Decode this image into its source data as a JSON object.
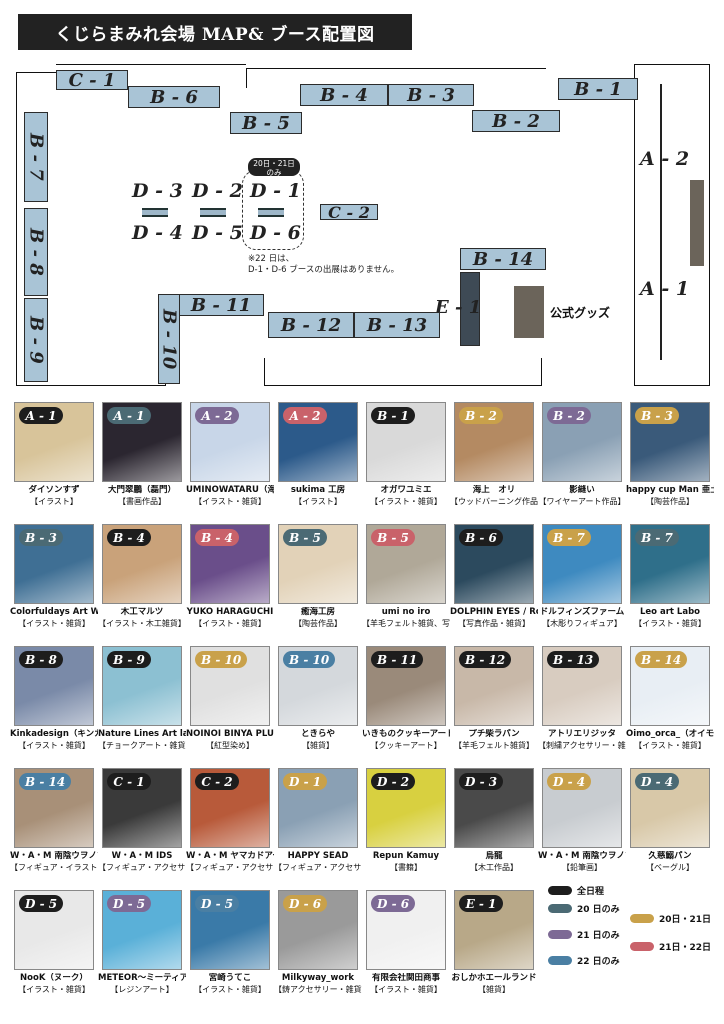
{
  "title": "くじらまみれ会場 MAP& ブース配置図",
  "map": {
    "booths": {
      "C1": "C - 1",
      "B6": "B - 6",
      "B4": "B - 4",
      "B3": "B - 3",
      "B1": "B - 1",
      "B5": "B - 5",
      "B2": "B - 2",
      "B7": "B - 7",
      "B8": "B - 8",
      "B9": "B - 9",
      "A2": "A - 2",
      "A1": "A - 1",
      "C2": "C - 2",
      "B14": "B - 14",
      "B11": "B - 11",
      "B10": "B - 10",
      "B12": "B - 12",
      "B13": "B - 13",
      "E1": "E - 1"
    },
    "d_labels": {
      "D3": "D - 3",
      "D2": "D - 2",
      "D1": "D - 1",
      "D4": "D - 4",
      "D5": "D - 5",
      "D6": "D - 6"
    },
    "d_only_badge": "20日・21日",
    "d_only_sub": "のみ",
    "note_line1": "※22 日は、",
    "note_line2": "D-1・D-6 ブースの出展はありません。",
    "goods_label": "公式グッズ"
  },
  "colors": {
    "all": "#1d1d1d",
    "d20": "#4b6a74",
    "d21": "#7d6a95",
    "d22": "#4a7fa3",
    "d2021": "#c9a14a",
    "d2122": "#c9626a"
  },
  "cells": [
    {
      "tag": "A - 1",
      "day": "all",
      "name": "ダイソンすず",
      "cat": "【イラスト】",
      "img": "#d8c49a"
    },
    {
      "tag": "A - 1",
      "day": "d20",
      "name": "大門翠鵬（磊門）",
      "cat": "【書画作品】",
      "img": "#2b2630"
    },
    {
      "tag": "A - 2",
      "day": "d21",
      "name": "UMINOWATARU（海野航）",
      "cat": "【イラスト・雑貨】",
      "img": "#c8d6e8"
    },
    {
      "tag": "A - 2",
      "day": "d2122",
      "name": "sukima 工房",
      "cat": "【イラスト】",
      "img": "#2c5a8a"
    },
    {
      "tag": "B - 1",
      "day": "all",
      "name": "オガワユミエ",
      "cat": "【イラスト・雑貨】",
      "img": "#d9d9d9"
    },
    {
      "tag": "B - 2",
      "day": "d2021",
      "name": "海上　オリ",
      "cat": "【ウッドバーニング作品】",
      "img": "#b48a62"
    },
    {
      "tag": "B - 2",
      "day": "d21",
      "name": "影縫い",
      "cat": "【ワイヤーアート作品】",
      "img": "#8aa0b4"
    },
    {
      "tag": "B - 3",
      "day": "d2021",
      "name": "happy cup Man 亜土姫組窯",
      "cat": "【陶芸作品】",
      "img": "#3a5a7a"
    },
    {
      "tag": "B - 3",
      "day": "d20",
      "name": "Colorfuldays Art Works",
      "cat": "【イラスト・雑貨】",
      "img": "#3f6f94"
    },
    {
      "tag": "B - 4",
      "day": "all",
      "name": "木工マルツ",
      "cat": "【イラスト・木工雑貨】",
      "img": "#c9a27a"
    },
    {
      "tag": "B - 4",
      "day": "d2122",
      "name": "YUKO HARAGUCHI",
      "cat": "【イラスト・雑貨】",
      "img": "#6a4e8a"
    },
    {
      "tag": "B - 5",
      "day": "d20",
      "name": "癒海工房",
      "cat": "【陶芸作品】",
      "img": "#e2d2b8"
    },
    {
      "tag": "B - 5",
      "day": "d2122",
      "name": "umi no iro",
      "cat": "【羊毛フェルト雑貨、写真作品】",
      "img": "#b0a898"
    },
    {
      "tag": "B - 6",
      "day": "all",
      "name": "DOLPHIN EYES / Ronald Daisuke Jourden",
      "cat": "【写真作品・雑貨】",
      "img": "#2c4a5e"
    },
    {
      "tag": "B - 7",
      "day": "d2021",
      "name": "ドルフィンズファーム",
      "cat": "【木彫りフィギュア】",
      "img": "#3e8ac0"
    },
    {
      "tag": "B - 7",
      "day": "d20",
      "name": "Leo art Labo",
      "cat": "【イラスト・雑貨】",
      "img": "#2f6f8a"
    },
    {
      "tag": "B - 8",
      "day": "all",
      "name": "Kinkadesign（キンカデザイン）",
      "cat": "【イラスト・雑貨】",
      "img": "#7a8aa8"
    },
    {
      "tag": "B - 9",
      "day": "all",
      "name": "Nature Lines Art lab",
      "cat": "【チョークアート・雑貨】",
      "img": "#8cc0d2"
    },
    {
      "tag": "B - 10",
      "day": "d2021",
      "name": "NOINOI BINYA PLUS / 紅屋",
      "cat": "【紅型染め】",
      "img": "#e0e0e0"
    },
    {
      "tag": "B - 10",
      "day": "d22",
      "name": "ときらや",
      "cat": "【雑貨】",
      "img": "#d4d8dc"
    },
    {
      "tag": "B - 11",
      "day": "all",
      "name": "いきものクッキーアート専門店 kurimaro collection",
      "cat": "【クッキーアート】",
      "img": "#9a8a7a"
    },
    {
      "tag": "B - 12",
      "day": "all",
      "name": "プチ柴ラパン",
      "cat": "【羊毛フェルト雑貨】",
      "img": "#c8b8a8"
    },
    {
      "tag": "B - 13",
      "day": "all",
      "name": "アトリエリジッタ",
      "cat": "【刺繍アクセサリー・雑貨】",
      "img": "#d8ccc0"
    },
    {
      "tag": "B - 14",
      "day": "d2021",
      "name": "Oimo_orca_（オイモオルカ）",
      "cat": "【イラスト・雑貨】",
      "img": "#e8eef4"
    },
    {
      "tag": "B - 14",
      "day": "d22",
      "name": "W・A・M 南陰ウヲノゾキ",
      "cat": "【フィギュア・イラスト・雑貨】",
      "img": "#a89078"
    },
    {
      "tag": "C - 1",
      "day": "all",
      "name": "W・A・M IDS",
      "cat": "【フィギュア・アクセサリー・雑貨】",
      "img": "#3a3a3a"
    },
    {
      "tag": "C - 2",
      "day": "all",
      "name": "W・A・M ヤマカドアートラボ",
      "cat": "【フィギュア・アクセサリー・雑貨】",
      "img": "#b85a3a"
    },
    {
      "tag": "D - 1",
      "day": "d2021",
      "name": "HAPPY SEAD",
      "cat": "【フィギュア・アクセサリー】",
      "img": "#8aa0b4"
    },
    {
      "tag": "D - 2",
      "day": "all",
      "name": "Repun Kamuy",
      "cat": "【書籍】",
      "img": "#d8d040"
    },
    {
      "tag": "D - 3",
      "day": "all",
      "name": "烏龍",
      "cat": "【木工作品】",
      "img": "#4a4a4a"
    },
    {
      "tag": "D - 4",
      "day": "d2021",
      "name": "W・A・M 南陰ウヲノゾキ",
      "cat": "【鉛筆画】",
      "img": "#c8ccd0"
    },
    {
      "tag": "D - 4",
      "day": "d20",
      "name": "久慈鰯パン",
      "cat": "【ベーグル】",
      "img": "#d8c8a8"
    },
    {
      "tag": "D - 5",
      "day": "all",
      "name": "NooK（ヌーク）",
      "cat": "【イラスト・雑貨】",
      "img": "#e8e8e8"
    },
    {
      "tag": "D - 5",
      "day": "d21",
      "name": "METEOR～ミーティア～",
      "cat": "【レジンアート】",
      "img": "#5ab0d8"
    },
    {
      "tag": "D - 5",
      "day": "d22",
      "name": "宮崎うてこ",
      "cat": "【イラスト・雑貨】",
      "img": "#3a7aa8"
    },
    {
      "tag": "D - 6",
      "day": "d2021",
      "name": "Milkyway_work",
      "cat": "【鋳アクセサリー・雑貨】",
      "img": "#9a9a9a"
    },
    {
      "tag": "D - 6",
      "day": "d21",
      "name": "有限会社関田商事",
      "cat": "【イラスト・雑貨】",
      "img": "#f0f0f0"
    },
    {
      "tag": "E - 1",
      "day": "all",
      "name": "おしかホエールランド",
      "cat": "【雑貨】",
      "img": "#b8a888"
    }
  ],
  "legend": {
    "all": "全日程",
    "d20": "20 日のみ",
    "d21": "21 日のみ",
    "d22": "22 日のみ",
    "d2021": "20日・21日",
    "d2122": "21日・22日"
  }
}
